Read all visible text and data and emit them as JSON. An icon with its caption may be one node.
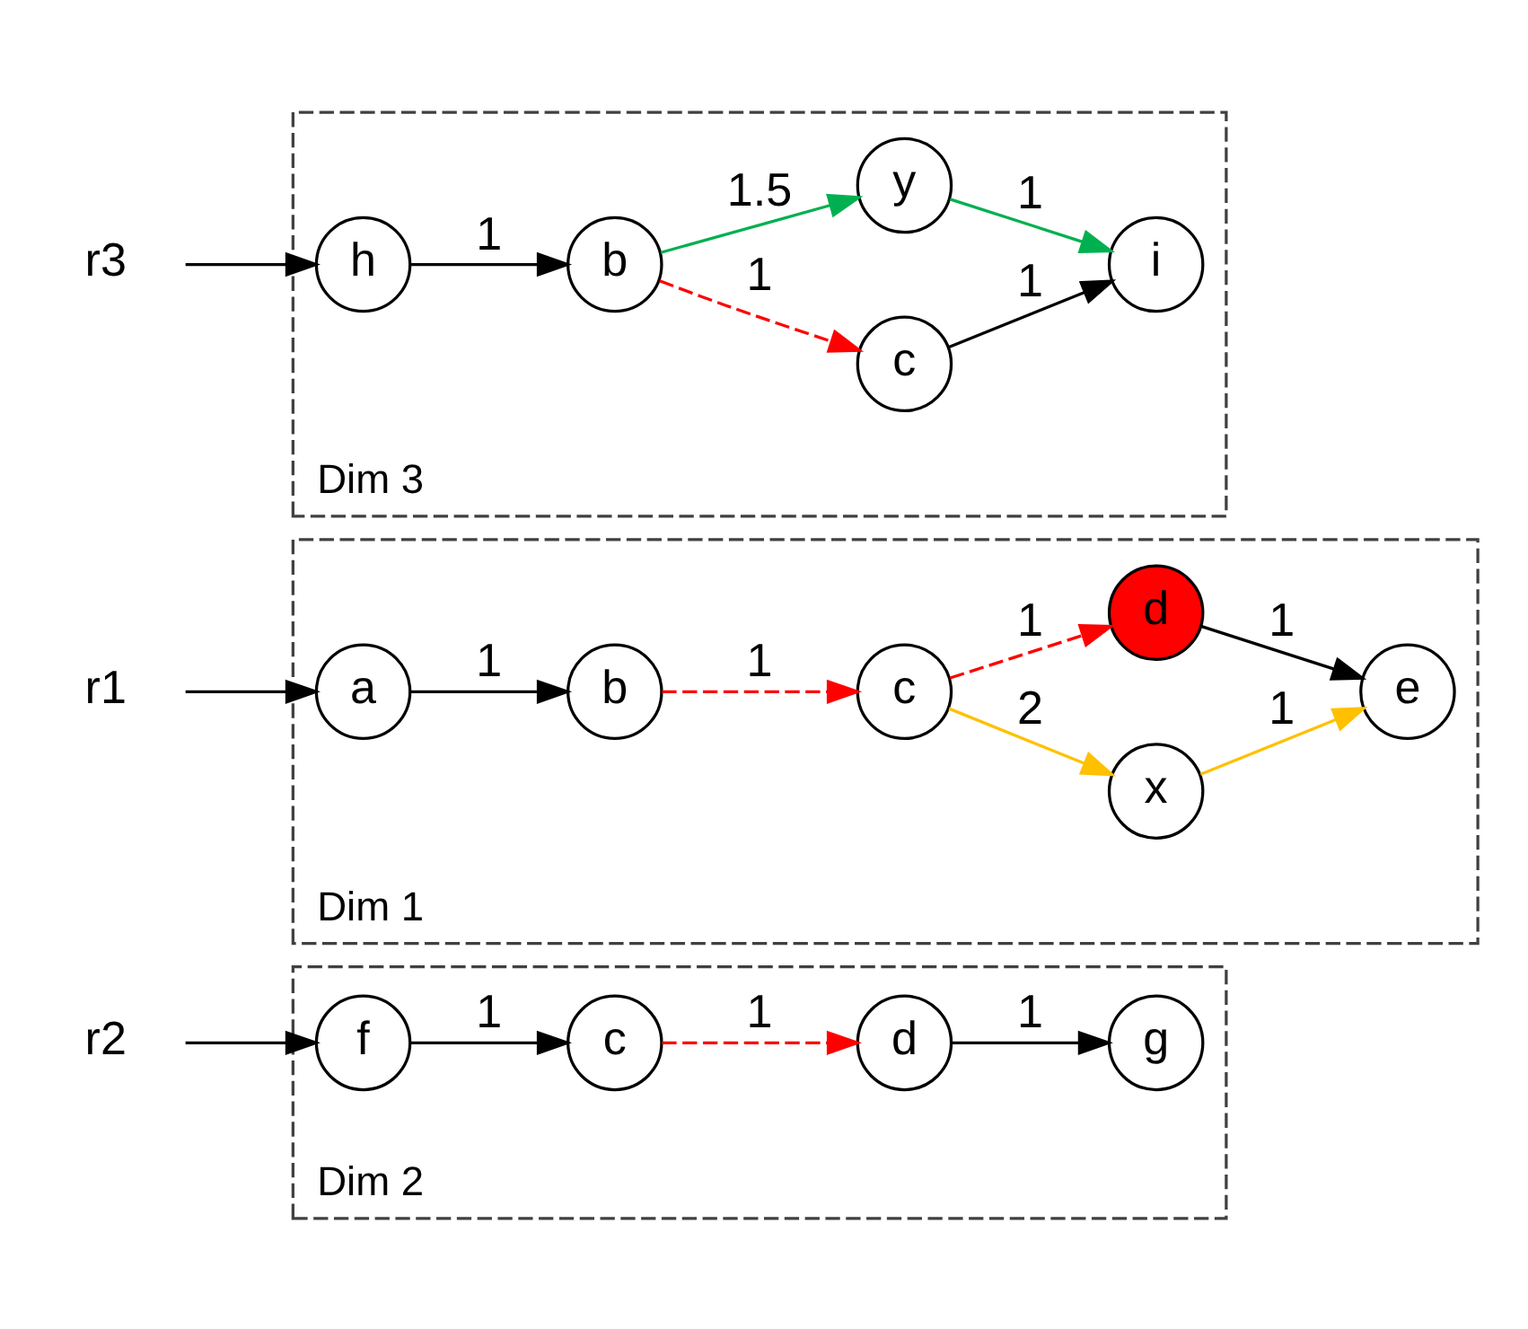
{
  "diagram": {
    "nodes": [
      {
        "text": [
          "Dim 2"
        ]
      },
      {
        "text": [
          "r2"
        ]
      },
      {
        "text": [
          "f"
        ],
        "in": 0
      },
      {
        "text": [
          "g"
        ],
        "in": 0
      },
      {
        "text": [
          "c"
        ],
        "in": 0
      },
      {
        "text": [
          "d"
        ],
        "in": 0
      },
      {
        "text": [
          "Dim 1"
        ]
      },
      {
        "text": [
          "r1"
        ]
      },
      {
        "text": [
          "a"
        ],
        "in": 6
      },
      {
        "text": [
          "x"
        ],
        "in": 6
      },
      {
        "text": [
          "b"
        ],
        "in": 6
      },
      {
        "text": [
          "c"
        ],
        "in": 6
      },
      {
        "text": [
          "d"
        ],
        "in": 6
      },
      {
        "text": [
          "e"
        ],
        "in": 6
      },
      {
        "text": [
          "Dim 3"
        ]
      },
      {
        "text": [
          "r3"
        ]
      },
      {
        "text": [
          "b"
        ],
        "in": 14
      },
      {
        "text": [
          "c"
        ],
        "in": 14
      },
      {
        "text": [
          "h"
        ],
        "in": 14
      },
      {
        "text": [
          "i"
        ],
        "in": 14
      },
      {
        "text": [
          "y"
        ],
        "in": 14
      }
    ],
    "edges": [
      {
        "from": 1,
        "to": 2,
        "arrow": "to"
      },
      {
        "from": 2,
        "to": 4,
        "arrow": "to",
        "label": "1"
      },
      {
        "from": 4,
        "to": 5,
        "arrow": "to",
        "label": "1",
        "style": "dashed",
        "color": "#ff0000"
      },
      {
        "from": 5,
        "to": 3,
        "arrow": "to",
        "label": "1"
      },
      {
        "from": 7,
        "to": 8,
        "arrow": "to"
      },
      {
        "from": 8,
        "to": 10,
        "arrow": "to",
        "label": "1"
      },
      {
        "from": 10,
        "to": 11,
        "arrow": "to",
        "label": "1",
        "style": "dashed",
        "color": "#ff0000"
      },
      {
        "from": 11,
        "to": 9,
        "arrow": "to",
        "label": "2",
        "color": "#ffc000"
      },
      {
        "from": 9,
        "to": 13,
        "arrow": "to",
        "label": "1",
        "color": "#ffc000"
      },
      {
        "from": 11,
        "to": 12,
        "arrow": "to",
        "label": "1",
        "style": "dashed",
        "color": "#ff0000"
      },
      {
        "from": 12,
        "to": 13,
        "arrow": "to",
        "label": "1"
      },
      {
        "from": 15,
        "to": 18,
        "arrow": "to"
      },
      {
        "from": 18,
        "to": 16,
        "arrow": "to",
        "label": "1"
      },
      {
        "from": 16,
        "to": 17,
        "arrow": "to",
        "label": "1",
        "style": "dashed",
        "color": "#ff0000"
      },
      {
        "from": 17,
        "to": 19,
        "arrow": "to",
        "label": "1"
      },
      {
        "from": 16,
        "to": 20,
        "arrow": "to",
        "label": "1.5",
        "color": "#00b050"
      },
      {
        "from": 20,
        "to": 19,
        "arrow": "to",
        "label": "1",
        "color": "#00b050"
      }
    ]
  }
}
